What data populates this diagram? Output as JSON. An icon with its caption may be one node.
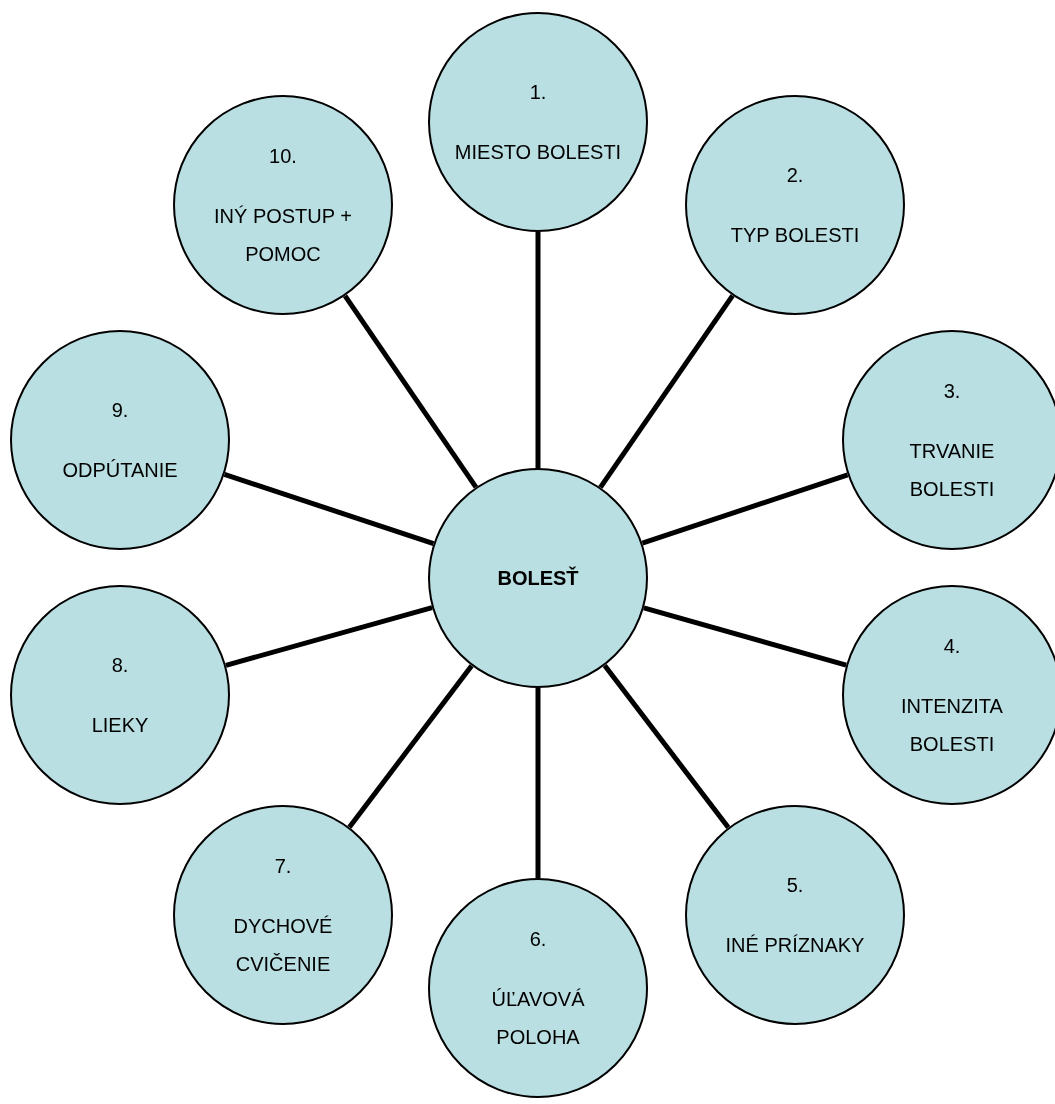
{
  "diagram": {
    "nodes": [
      {
        "text": [
          "1.",
          "MIESTO BOLESTI"
        ]
      },
      {
        "text": [
          "2.",
          "TYP BOLESTI"
        ]
      },
      {
        "text": [
          "3.",
          "TRVANIE BOLESTI"
        ]
      },
      {
        "text": [
          "4.",
          "INTENZITA BOLESTI"
        ]
      },
      {
        "text": [
          "5.",
          "INÉ PRÍZNAKY"
        ]
      },
      {
        "text": [
          "6.",
          "ÚĽAVOVÁ POLOHA"
        ]
      },
      {
        "text": [
          "7.",
          "DYCHOVÉ CVIČENIE"
        ]
      },
      {
        "text": [
          "8.",
          "LIEKY"
        ]
      },
      {
        "text": [
          "9.",
          "ODPÚTANIE"
        ]
      },
      {
        "text": [
          "10.",
          "INÝ POSTUP + POMOC"
        ]
      },
      {
        "text": [
          "BOLESŤ"
        ]
      }
    ],
    "edges": [
      {
        "from": 10,
        "to": 0,
        "arrow": "none"
      },
      {
        "from": 10,
        "to": 1,
        "arrow": "none"
      },
      {
        "from": 10,
        "to": 2,
        "arrow": "none"
      },
      {
        "from": 10,
        "to": 3,
        "arrow": "none"
      },
      {
        "from": 10,
        "to": 4,
        "arrow": "none"
      },
      {
        "from": 10,
        "to": 5,
        "arrow": "none"
      },
      {
        "from": 10,
        "to": 6,
        "arrow": "none"
      },
      {
        "from": 10,
        "to": 7,
        "arrow": "none"
      },
      {
        "from": 10,
        "to": 8,
        "arrow": "none"
      },
      {
        "from": 10,
        "to": 9,
        "arrow": "none"
      }
    ]
  }
}
